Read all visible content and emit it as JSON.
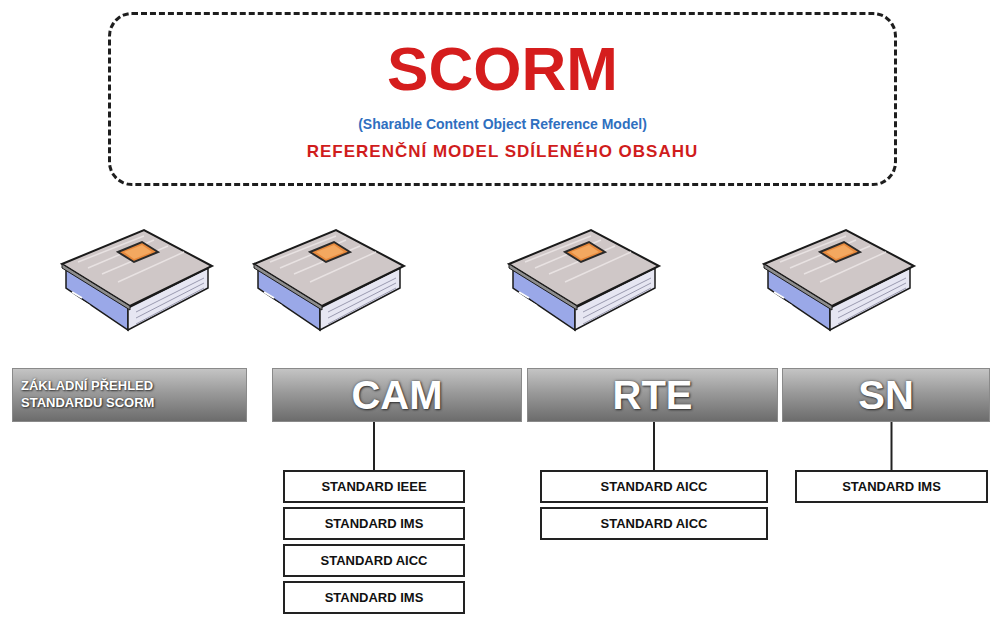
{
  "diagram": {
    "nodes": [
      {
        "text": [
          "SCORM",
          "(Sharable Content Object Reference Model)",
          "REFERENČNÍ MODEL SDÍLENÉHO OBSAHU"
        ]
      },
      {
        "text": [
          "ZÁKLADNÍ PŘEHLED STANDARDU SCORM"
        ]
      },
      {
        "text": [
          "CAM"
        ]
      },
      {
        "text": [
          "RTE"
        ]
      },
      {
        "text": [
          "SN"
        ]
      },
      {
        "text": [
          "STANDARD IEEE"
        ]
      },
      {
        "text": [
          "STANDARD IMS"
        ]
      },
      {
        "text": [
          "STANDARD AICC"
        ]
      },
      {
        "text": [
          "STANDARD IMS"
        ]
      },
      {
        "text": [
          "STANDARD AICC"
        ]
      },
      {
        "text": [
          "STANDARD AICC"
        ]
      },
      {
        "text": [
          "STANDARD IMS"
        ]
      }
    ],
    "edges": [
      {
        "from": 2,
        "to": 5,
        "arrow": "none"
      },
      {
        "from": 3,
        "to": 9,
        "arrow": "none"
      },
      {
        "from": 4,
        "to": 11,
        "arrow": "none"
      }
    ]
  }
}
